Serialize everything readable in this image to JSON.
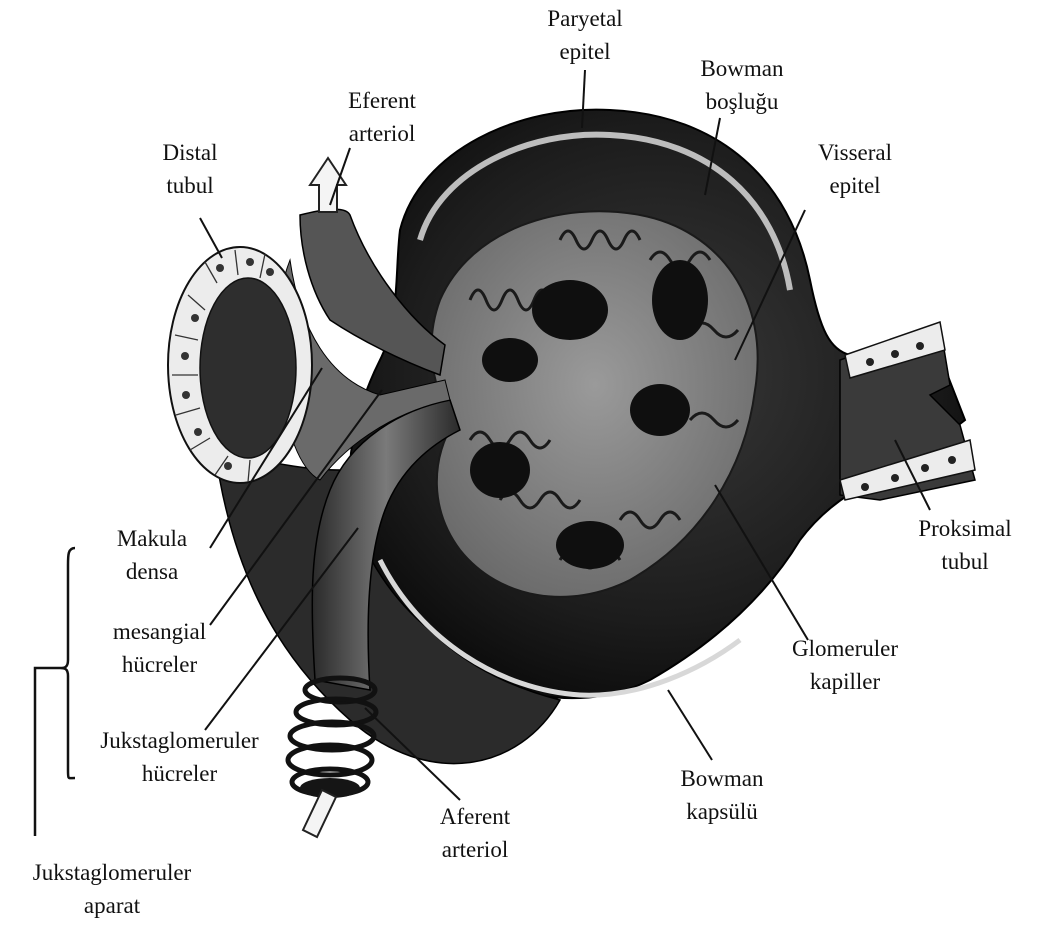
{
  "labels": {
    "paryetal_epitel": [
      "Paryetal",
      "epitel"
    ],
    "bowman_boslugu": [
      "Bowman",
      "boşluğu"
    ],
    "eferent_arteriol": [
      "Eferent",
      "arteriol"
    ],
    "distal_tubul": [
      "Distal",
      "tubul"
    ],
    "visseral_epitel": [
      "Visseral",
      "epitel"
    ],
    "proksimal_tubul": [
      "Proksimal",
      "tubul"
    ],
    "makula_densa": [
      "Makula",
      "densa"
    ],
    "mesangial_hucreler": [
      "mesangial",
      "hücreler"
    ],
    "glomeruler_kapiller": [
      "Glomeruler",
      "kapiller"
    ],
    "jukstaglomeruler_hucreler": [
      "Jukstaglomeruler",
      "hücreler"
    ],
    "aferent_arteriol": [
      "Aferent",
      "arteriol"
    ],
    "bowman_kapsulu": [
      "Bowman",
      "kapsülü"
    ],
    "jukstaglomeruler_aparat": [
      "Jukstaglomeruler",
      "aparat"
    ]
  },
  "colors": {
    "capsule_dark": "#1c1c1c",
    "tissue_mid": "#6a6a6a",
    "tissue_light": "#d9d9d9",
    "cell_fill": "#ececec",
    "ink": "#111111"
  }
}
